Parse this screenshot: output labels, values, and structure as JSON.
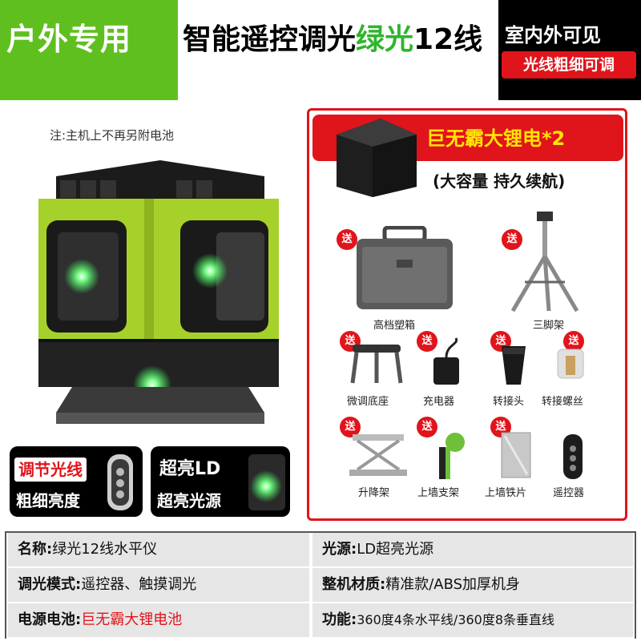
{
  "header": {
    "tag": "户外专用",
    "title_prefix": "智能遥控调光",
    "title_green": "绿光",
    "title_suffix": "12线",
    "right_line1": "室内外可见",
    "right_line2": "光线粗细可调"
  },
  "note": "注:主机上不再另附电池",
  "badges": [
    {
      "line1": "调节光线",
      "line2": "粗细亮度"
    },
    {
      "line1": "超亮LD",
      "line2": "超亮光源"
    }
  ],
  "battery": {
    "label": "巨无霸大锂电*2",
    "sub": "(大容量 持久续航)"
  },
  "gift_mark": "送",
  "accessories": [
    {
      "label": "高档塑箱",
      "icon": "case-icon"
    },
    {
      "label": "三脚架",
      "icon": "tripod-icon"
    },
    {
      "label": "微调底座",
      "icon": "base-icon"
    },
    {
      "label": "充电器",
      "icon": "charger-icon"
    },
    {
      "label": "转接头",
      "icon": "adapter-icon"
    },
    {
      "label": "转接螺丝",
      "icon": "screw-icon"
    },
    {
      "label": "升降架",
      "icon": "lift-icon"
    },
    {
      "label": "上墙支架",
      "icon": "wall-bracket-icon"
    },
    {
      "label": "上墙铁片",
      "icon": "iron-plate-icon"
    },
    {
      "label": "遥控器",
      "icon": "remote-icon"
    }
  ],
  "specs": [
    [
      {
        "k": "名称:",
        "v": "绿光12线水平仪",
        "red": false
      },
      {
        "k": "光源:",
        "v": "LD超亮光源",
        "red": false
      }
    ],
    [
      {
        "k": "调光模式:",
        "v": "遥控器、触摸调光",
        "red": false
      },
      {
        "k": "整机材质:",
        "v": "精准款/ABS加厚机身",
        "red": false
      }
    ],
    [
      {
        "k": "电源电池:",
        "v": "巨无霸大锂电池",
        "red": true
      },
      {
        "k": "功能:",
        "v": "360度4条水平线/360度8条垂直线",
        "red": false
      }
    ]
  ],
  "colors": {
    "accent_red": "#e0141b",
    "brand_green": "#5fbf1f",
    "body_green": "#a6d12a",
    "laser_green": "#39ff5a"
  }
}
